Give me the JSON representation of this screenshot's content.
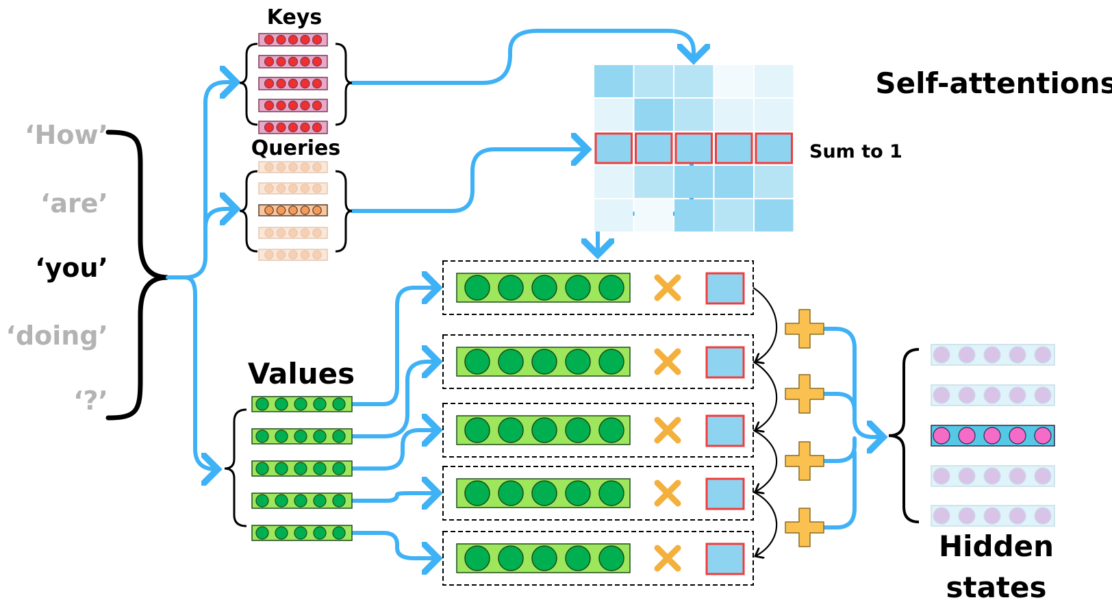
{
  "tokens": [
    {
      "text": "‘How’",
      "active": false
    },
    {
      "text": "‘are’",
      "active": false
    },
    {
      "text": "‘you’",
      "active": true
    },
    {
      "text": "‘doing’",
      "active": false
    },
    {
      "text": "‘?’",
      "active": false
    }
  ],
  "labels": {
    "keys": "Keys",
    "queries": "Queries",
    "values": "Values",
    "self_attentions": "Self-attentions",
    "sum_to_one": "Sum to 1",
    "hidden_states_line1": "Hidden",
    "hidden_states_line2": "states"
  },
  "attention_shades": [
    [
      3,
      2,
      2,
      0,
      1
    ],
    [
      1,
      3,
      2,
      1,
      1
    ],
    [
      3,
      3,
      3,
      3,
      3
    ],
    [
      1,
      2,
      3,
      3,
      2
    ],
    [
      1,
      0,
      3,
      2,
      3
    ]
  ],
  "highlighted_row": 2,
  "active_query_index": 2,
  "active_hidden_index": 2,
  "colors": {
    "arrow": "#3fb1f5",
    "key_dot": "#f03030",
    "key_bg": "#e8a8c8",
    "query_dot_active": "#f49a5a",
    "query_bg_active": "#f6c7a0",
    "query_dot": "#f7cfb2",
    "query_bg": "#fbe7d8",
    "value_dot": "#00b050",
    "value_bg": "#9ee65c",
    "hidden_dot": "#d9c4e8",
    "hidden_bg": "#dff3fa",
    "hidden_dot_active": "#f56cc8",
    "hidden_bg_active": "#55c8e6",
    "highlight": "#f03c3c",
    "multiply": "#f3b03c",
    "plus": "#fac150",
    "shade_0": "#f2fafe",
    "shade_1": "#e3f4fb",
    "shade_2": "#b6e4f5",
    "shade_3": "#93d6f1",
    "weight_fill": "#8ed4f0",
    "inactive_text": "#b3b3b3",
    "active_text": "#000000"
  }
}
